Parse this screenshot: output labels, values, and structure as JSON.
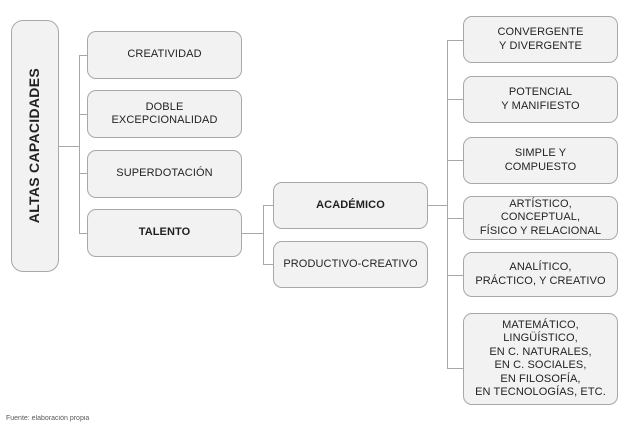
{
  "diagram": {
    "title": "ALTAS CAPACIDADES",
    "root": {
      "label": "ALTAS CAPACIDADES"
    },
    "level1": [
      {
        "label": "CREATIVIDAD",
        "bold": false
      },
      {
        "label": "DOBLE\nEXCEPCIONALIDAD",
        "bold": false
      },
      {
        "label": "SUPERDOTACIÓN",
        "bold": false
      },
      {
        "label": "TALENTO",
        "bold": true
      }
    ],
    "level2": [
      {
        "label": "ACADÉMICO",
        "bold": true
      },
      {
        "label": "PRODUCTIVO-CREATIVO",
        "bold": false
      }
    ],
    "level3": [
      {
        "label": "CONVERGENTE\nY DIVERGENTE",
        "bold": false
      },
      {
        "label": "POTENCIAL\nY MANIFIESTO",
        "bold": false
      },
      {
        "label": "SIMPLE Y\nCOMPUESTO",
        "bold": false
      },
      {
        "label": "ARTÍSTICO, CONCEPTUAL,\nFÍSICO Y RELACIONAL",
        "bold": false
      },
      {
        "label": "ANALÍTICO,\nPRÁCTICO, Y CREATIVO",
        "bold": false
      },
      {
        "label": "MATEMÁTICO,\nLINGÜÍSTICO,\nEN C. NATURALES,\nEN C. SOCIALES,\nEN FILOSOFÍA,\nEN TECNOLOGÍAS, ETC.",
        "bold": false
      }
    ],
    "footnote": "Fuente: elaboración propia",
    "colors": {
      "node_fill": "#f2f2f2",
      "node_border": "#a8a8a8",
      "connector": "#a8a8a8",
      "text": "#231f20",
      "background": "#ffffff"
    }
  }
}
